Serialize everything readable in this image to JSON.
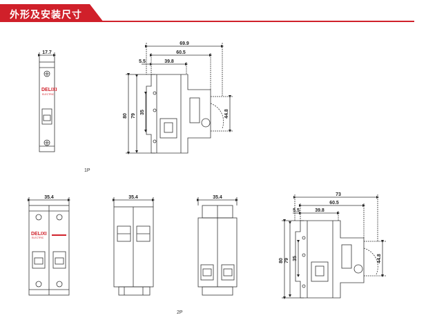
{
  "header": {
    "title": "外形及安装尺寸",
    "accent_color": "#d0202a"
  },
  "brand": {
    "logo": "DELIXI",
    "sub": "ELECTRIC"
  },
  "captions": {
    "one_pole": "1P",
    "two_pole": "2P"
  },
  "dims_1p": {
    "width": "17.7",
    "overall": "69.9",
    "depth": "60.5",
    "mid": "39.8",
    "offset": "5.5",
    "height": "80",
    "inner": "79",
    "low": "35",
    "rail": "44.8"
  },
  "dims_2p": {
    "front_width": "35.4",
    "top_width": "35.4",
    "bottom_width": "35.4",
    "overall": "73",
    "depth": "60.5",
    "mid": "39.8",
    "offset": "5.5",
    "height": "80",
    "inner": "79",
    "low": "35",
    "rail": "44.8"
  }
}
